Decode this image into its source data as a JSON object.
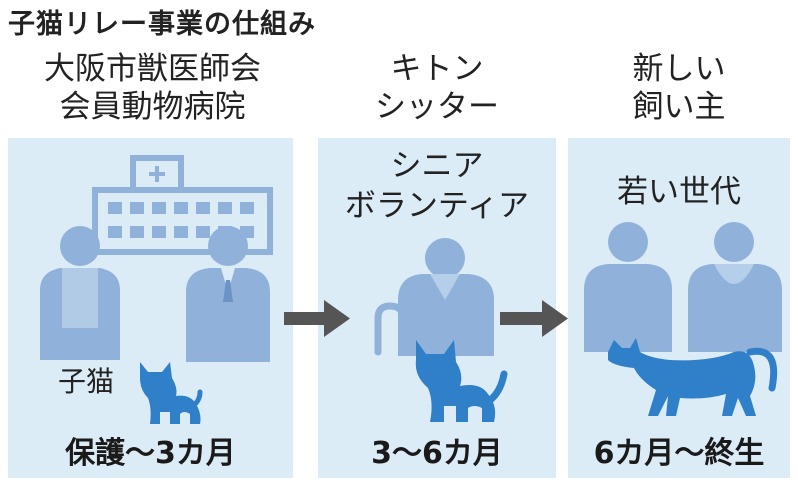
{
  "title": "子猫リレー事業の仕組み",
  "columns": [
    {
      "heading_line1": "大阪市獣医師会",
      "heading_line2": "会員動物病院",
      "kitten_label": "子猫",
      "period": "保護〜3カ月"
    },
    {
      "heading_line1": "キトン",
      "heading_line2": "シッター",
      "sub_line1": "シニア",
      "sub_line2": "ボランティア",
      "period": "3〜6カ月"
    },
    {
      "heading_line1": "新しい",
      "heading_line2": "飼い主",
      "sub_line1": "若い世代",
      "period": "6カ月〜終生"
    }
  ],
  "colors": {
    "panel": "#dcecf7",
    "figure": "#8fb1da",
    "cat": "#2f7fc9",
    "arrow": "#555555"
  }
}
